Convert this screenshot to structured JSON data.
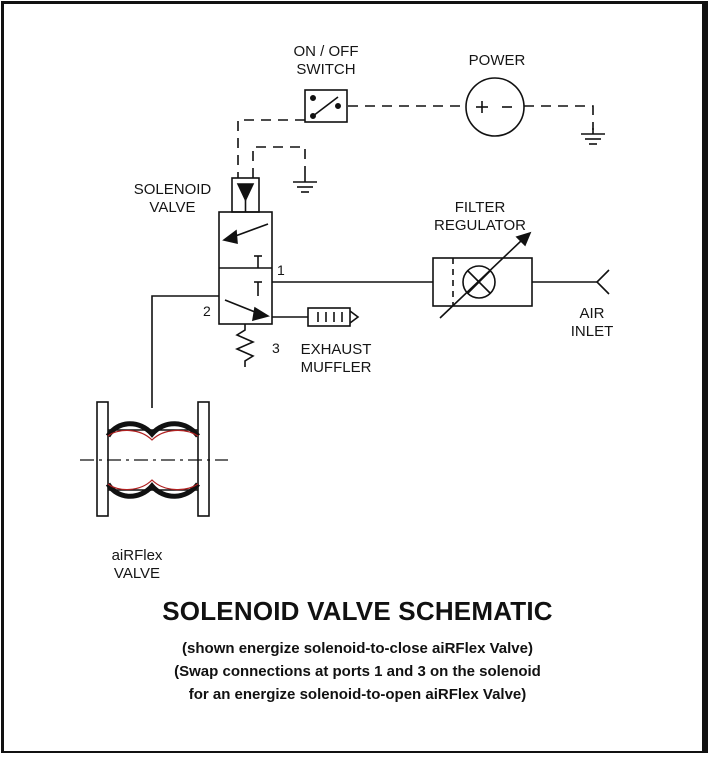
{
  "labels": {
    "switch": [
      "ON / OFF",
      "SWITCH"
    ],
    "power": "POWER",
    "solenoid": [
      "SOLENOID",
      "VALVE"
    ],
    "filter": [
      "FILTER",
      "REGULATOR"
    ],
    "air_inlet": [
      "AIR",
      "INLET"
    ],
    "exhaust": [
      "EXHAUST",
      "MUFFLER"
    ],
    "airflex": [
      "aiRFlex",
      "VALVE"
    ],
    "port_1": "1",
    "port_2": "2",
    "port_3": "3",
    "power_symbol_plus": "+",
    "power_symbol_minus": "-"
  },
  "caption": {
    "title": "SOLENOID VALVE SCHEMATIC",
    "line1": "(shown energize solenoid-to-close aiRFlex Valve)",
    "line2": "(Swap connections at ports 1 and 3 on the solenoid",
    "line3": "for an energize solenoid-to-open aiRFlex Valve)"
  }
}
